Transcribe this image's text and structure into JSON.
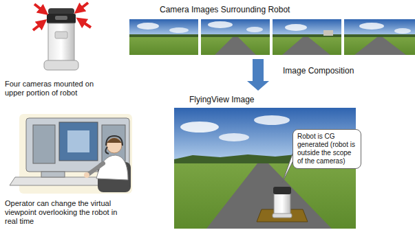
{
  "diagram": {
    "nodes": [
      {
        "text": [
          "Camera Images Surrounding Robot"
        ]
      },
      {
        "text": [
          "FlyingView Image"
        ]
      },
      {
        "text": [
          "Robot is CG generated (robot is outside the scope of the cameras)"
        ],
        "in": 1
      }
    ],
    "edges": [
      {
        "from": 0,
        "to": 1,
        "arrow": "to",
        "label": "Image Composition"
      }
    ],
    "labels": [
      "Four cameras mounted on upper portion of robot",
      "Operator can change the virtual viewpoint overlooking the robot in real time"
    ]
  }
}
